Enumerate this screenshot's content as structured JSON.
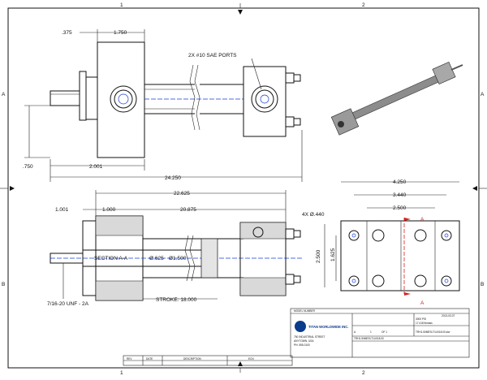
{
  "border": {
    "zones_top": [
      "1",
      "2"
    ],
    "zones_side": [
      "A",
      "B"
    ]
  },
  "top_view": {
    "dims": {
      "rod_ext": ".375",
      "head_width": "1.750",
      "port_note": "2X #10 SAE PORTS",
      "height": ".750",
      "mount_len": "2.001",
      "overall": "24.250"
    }
  },
  "section_view": {
    "dims": {
      "overall": "22.625",
      "a1": "1.001",
      "a2": "1.000",
      "stroke_len": "20.875",
      "label": "SECTION A-A",
      "rod_dia": "Ø.625",
      "bore_dia": "Ø1.500",
      "thread": "7/16-20 UNF - 2A",
      "stroke": "STROKE: 18.000"
    }
  },
  "end_view": {
    "dims": {
      "width": "4.250",
      "bolt_span": "3.440",
      "inner": "2.500",
      "holes": "4X Ø.440",
      "height": "2.500",
      "inner_h": "1.625"
    },
    "section_marker": "A"
  },
  "title_block": {
    "company": "TITAN WORLDWIDE INC.",
    "address": [
      "750 INDUSTRIAL STREET",
      "ANYTOWN, USA",
      "PH: 555-0100"
    ],
    "model_label": "MODEL NUMBER",
    "pressure": "3000 PSI",
    "weight": "17.418 lbmass",
    "date": "2013-03-07",
    "scale": "1",
    "sheet": "OF 1",
    "part_number": "TRH1.50MESLT14X18.00",
    "file_name": "TRH1.50MESLT14X18.00.slw",
    "size": "A",
    "revision_headers": [
      "REV",
      "DATE",
      "DESCRIPTION",
      "ECN"
    ]
  }
}
